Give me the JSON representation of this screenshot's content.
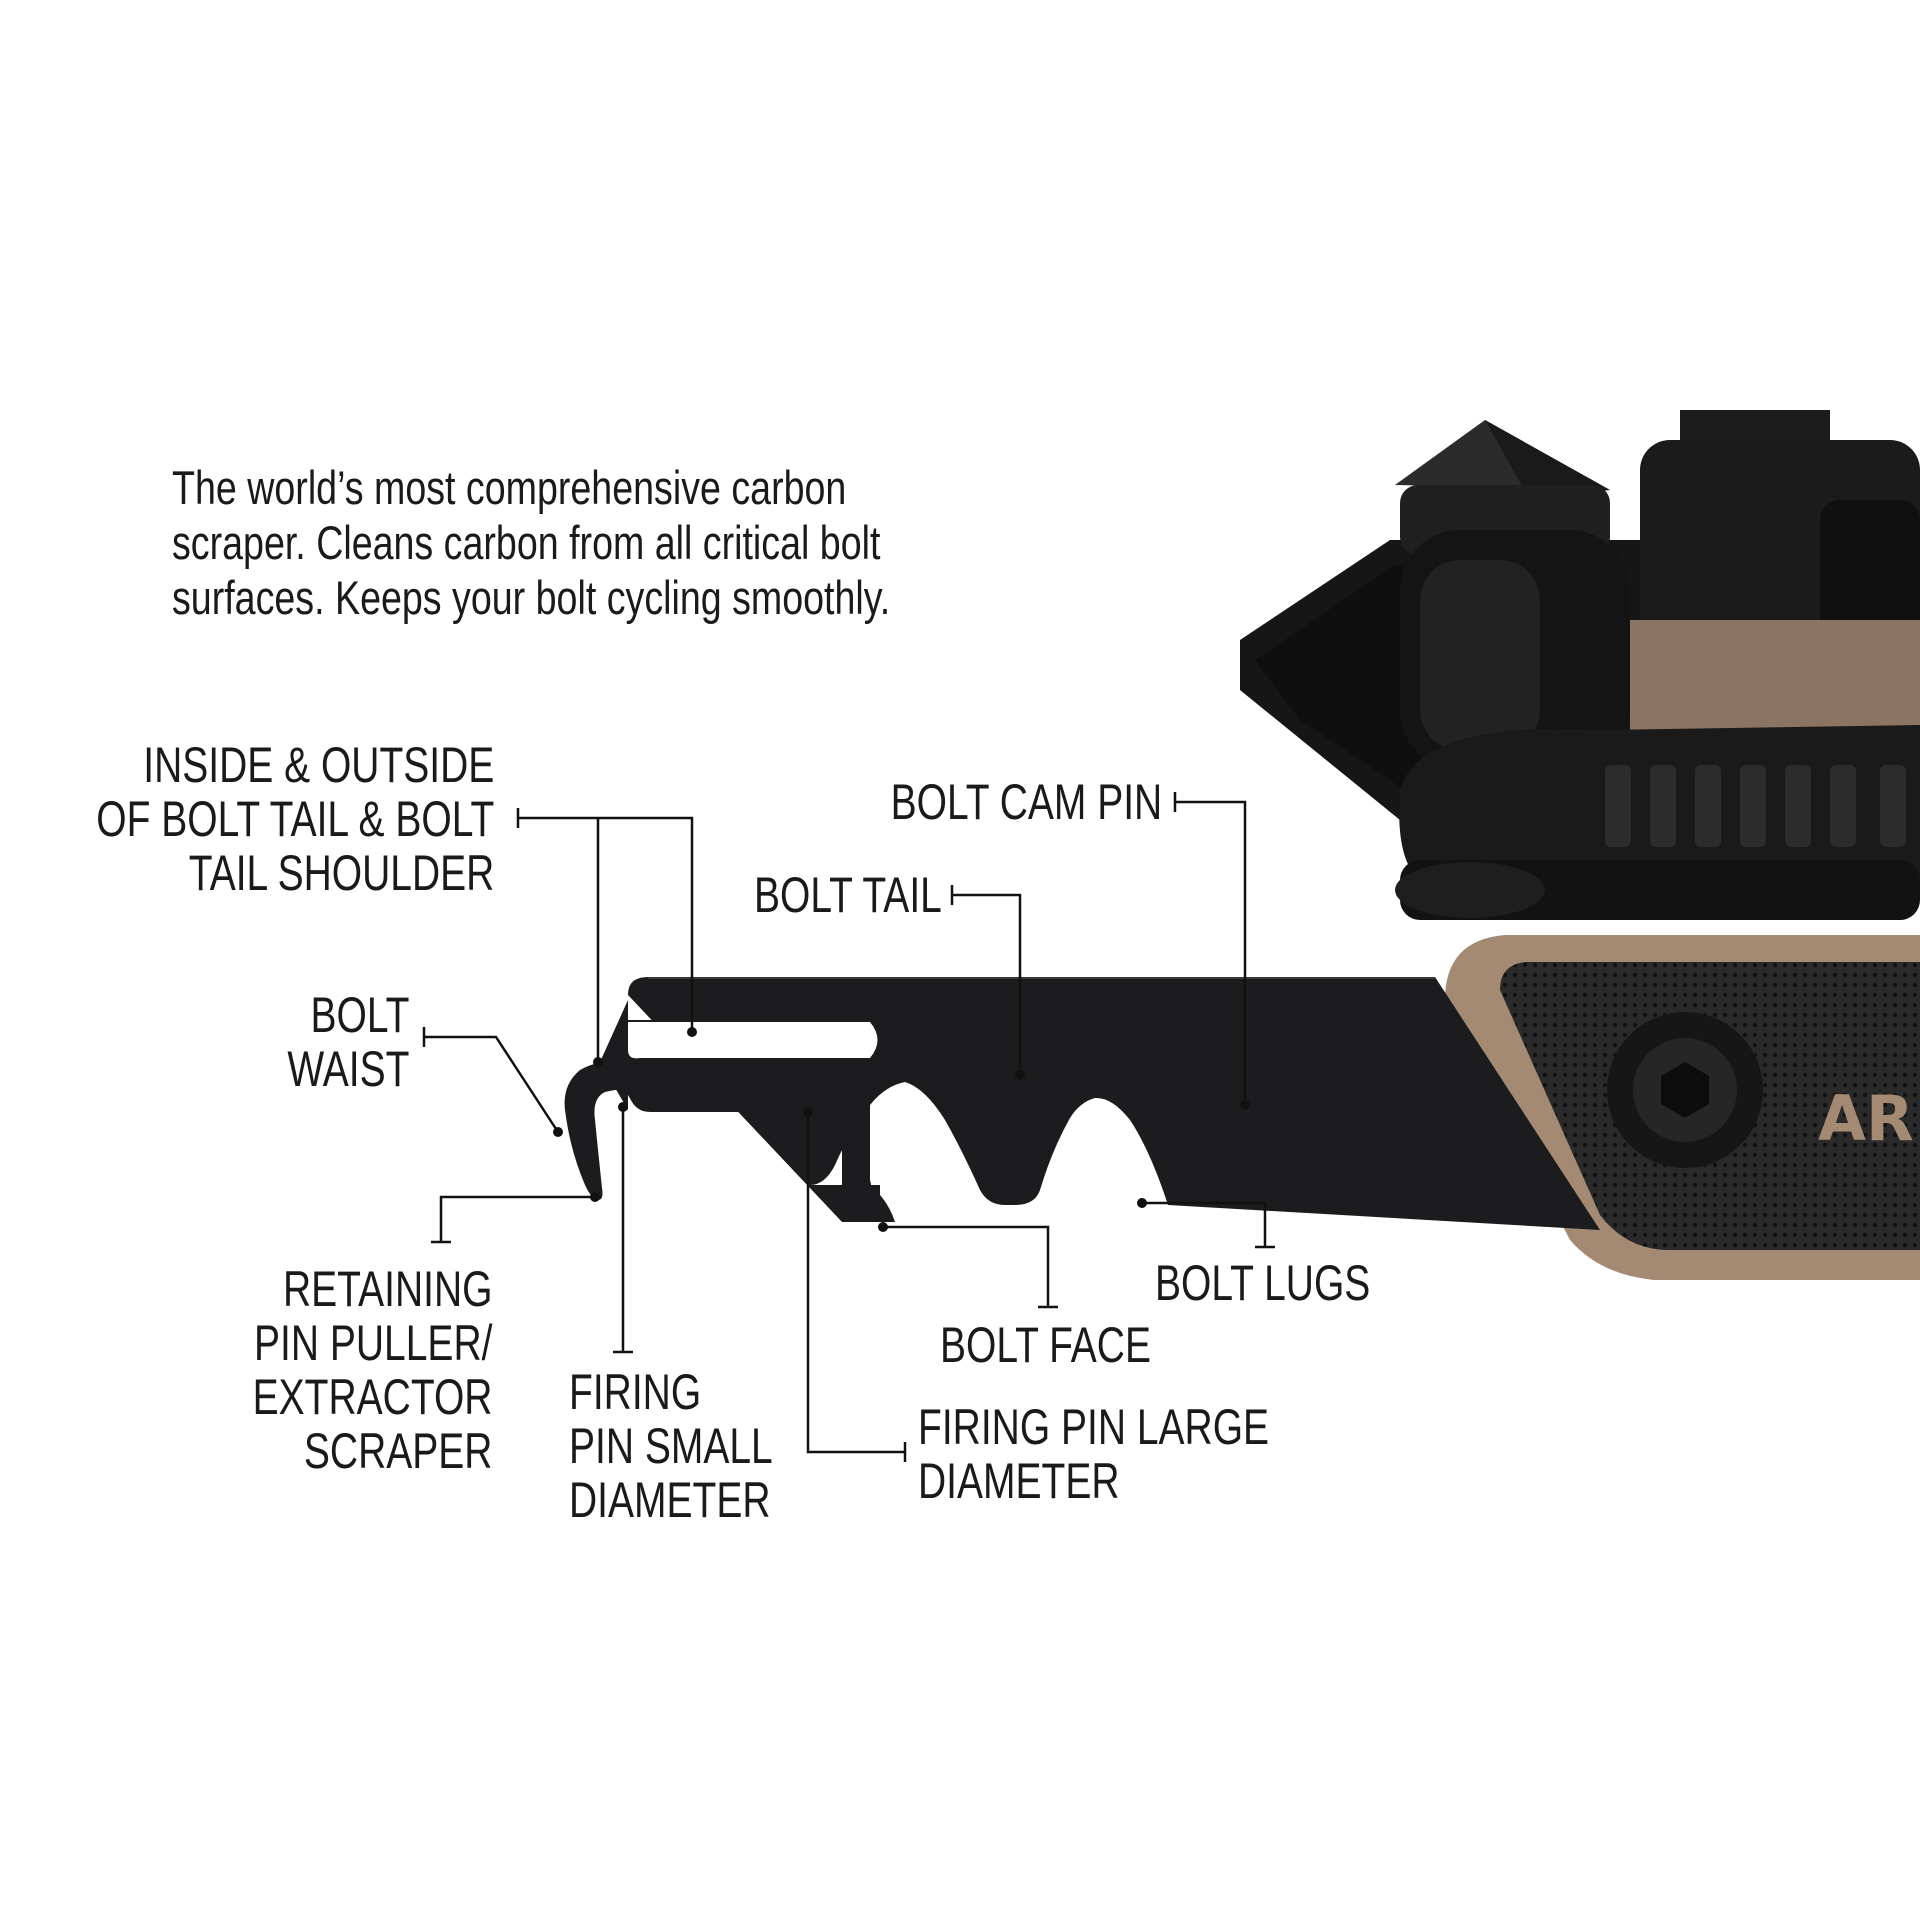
{
  "intro": {
    "lines": [
      "The world’s most comprehensive carbon",
      "scraper. Cleans carbon from all critical bolt",
      "surfaces. Keeps your bolt cycling smoothly."
    ]
  },
  "callouts": {
    "bolt_tail_inside_outside": {
      "lines": [
        "INSIDE & OUTSIDE",
        "OF BOLT TAIL & BOLT",
        "TAIL SHOULDER"
      ]
    },
    "bolt_waist": {
      "lines": [
        "BOLT",
        "WAIST"
      ]
    },
    "retaining_pin_puller": {
      "lines": [
        "RETAINING",
        "PIN PULLER/",
        "EXTRACTOR",
        "SCRAPER"
      ]
    },
    "firing_pin_small": {
      "lines": [
        "FIRING",
        "PIN SMALL",
        "DIAMETER"
      ]
    },
    "firing_pin_large": {
      "lines": [
        "FIRING PIN LARGE",
        "DIAMETER"
      ]
    },
    "bolt_face": {
      "lines": [
        "BOLT FACE"
      ]
    },
    "bolt_tail": {
      "lines": [
        "BOLT TAIL"
      ]
    },
    "bolt_cam_pin": {
      "lines": [
        "BOLT CAM PIN"
      ]
    },
    "bolt_lugs": {
      "lines": [
        "BOLT LUGS"
      ]
    }
  },
  "tool": {
    "logo_text": "AR",
    "colors": {
      "blade": "#1c1c1e",
      "frame": "#151515",
      "handle": "#a48a72",
      "grip": "#262626",
      "line": "#111111"
    }
  }
}
